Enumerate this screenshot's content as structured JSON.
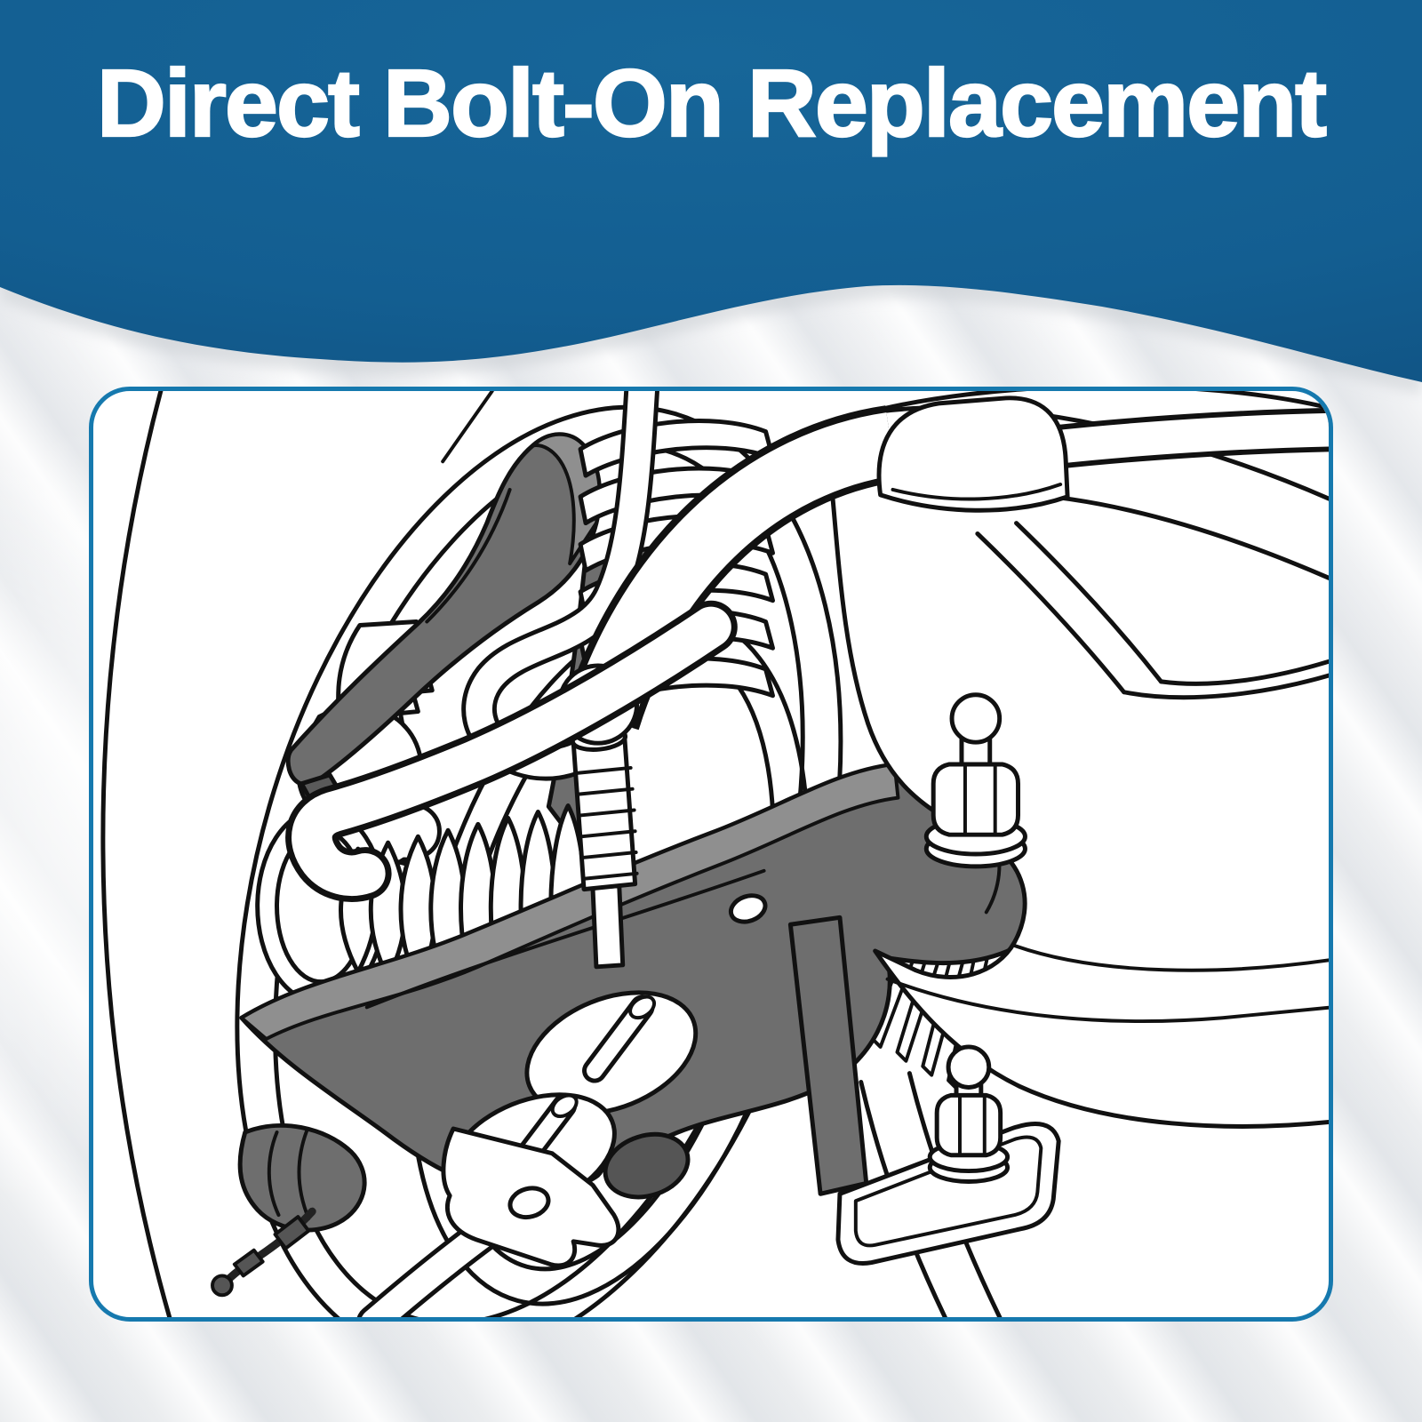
{
  "header": {
    "title": "Direct Bolt-On Replacement"
  },
  "colors": {
    "header_blue": "#135E91",
    "header_blue_light": "#176699",
    "card_border": "#1679AE",
    "card_background": "#FFFFFF",
    "page_background": "#F1F2F4",
    "line_black": "#111111",
    "part_gray": "#6E6E6E",
    "part_gray_light": "#8F8F8F",
    "part_gray_dark": "#555555"
  },
  "illustration": {
    "alt": "Line drawing of a front suspension assembly with the upper and lower control arms highlighted in gray",
    "parts": [
      "tire",
      "wheel-rim",
      "hub",
      "steering-knuckle",
      "brake-hose",
      "coil-spring",
      "sway-bar",
      "sway-bar-bushing",
      "stabilizer-link",
      "upper-control-arm",
      "lower-control-arm",
      "cv-axle-boot",
      "rack-boot",
      "tie-rod",
      "subframe",
      "frame-bolts",
      "stud-bolts",
      "skid-plate",
      "axle-end",
      "abs-sensor-wire"
    ]
  }
}
